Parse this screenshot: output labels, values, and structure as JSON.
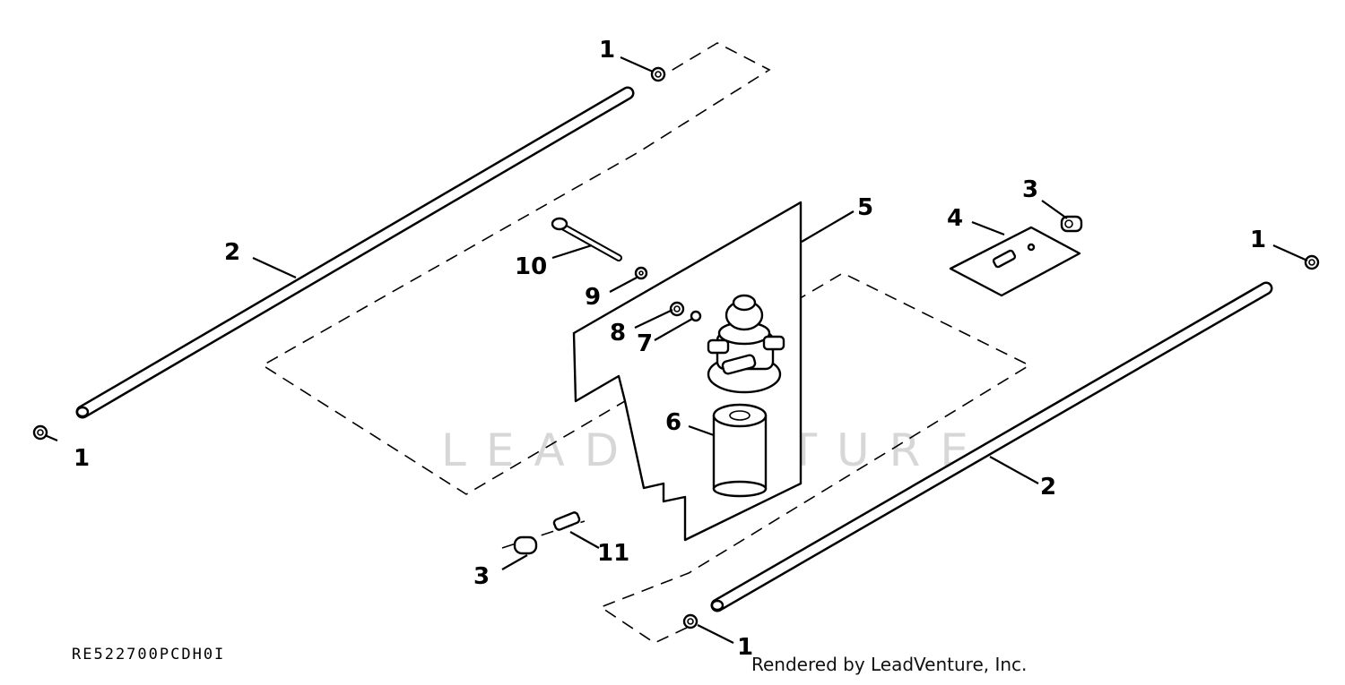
{
  "diagram": {
    "callouts": {
      "c1a": "1",
      "c1b": "1",
      "c1c": "1",
      "c1d": "1",
      "c2a": "2",
      "c2b": "2",
      "c3a": "3",
      "c3b": "3",
      "c4": "4",
      "c5": "5",
      "c6": "6",
      "c7": "7",
      "c8": "8",
      "c9": "9",
      "c10": "10",
      "c11": "11"
    },
    "drawing_code": "RE522700PCDH0I",
    "watermark": "LEADVENTURE",
    "credit": "Rendered by LeadVenture, Inc."
  }
}
